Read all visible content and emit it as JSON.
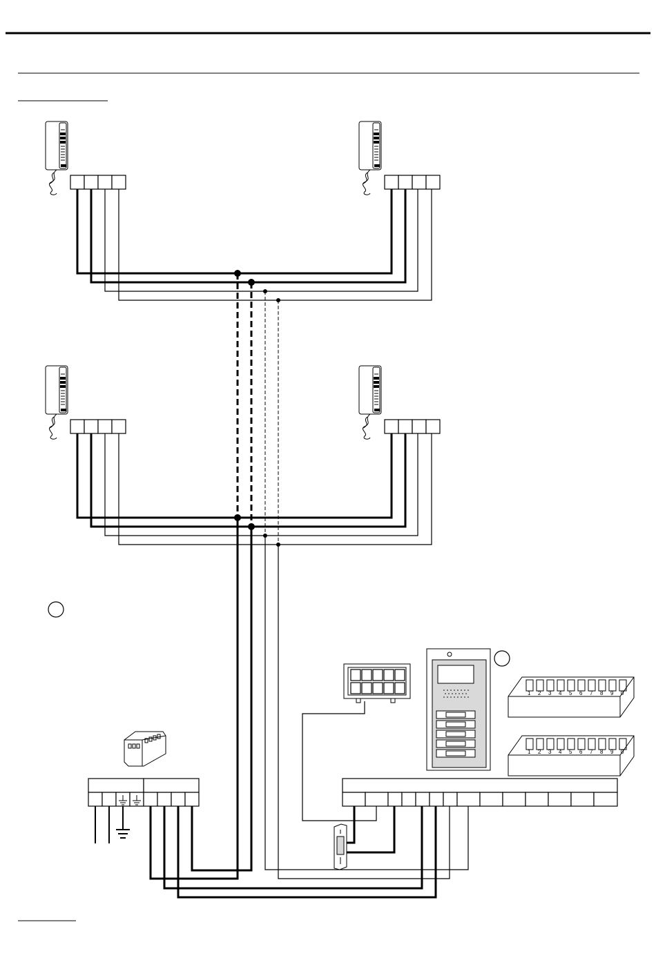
{
  "page": {
    "header_rule": "",
    "section_rule": "",
    "figure_caption": "",
    "footer_caption": ""
  },
  "monitors": [
    {
      "id": "monitor-top-left"
    },
    {
      "id": "monitor-top-right"
    },
    {
      "id": "monitor-bottom-left"
    },
    {
      "id": "monitor-bottom-right"
    }
  ],
  "callouts": [
    {
      "id": "callout-left",
      "label": ""
    },
    {
      "id": "callout-right",
      "label": ""
    }
  ],
  "devices": {
    "power_supply": "",
    "lock_release": "",
    "keypad_module": "",
    "door_panel": "",
    "dip_switch_a": "",
    "dip_switch_b": "",
    "panel_logo": "",
    "dip_numbers": [
      "1",
      "2",
      "3",
      "4",
      "5",
      "6",
      "7",
      "8",
      "9",
      "0"
    ]
  },
  "colors": {
    "line": "#000000",
    "background": "#ffffff",
    "panel_grey": "#d9d9d9"
  }
}
